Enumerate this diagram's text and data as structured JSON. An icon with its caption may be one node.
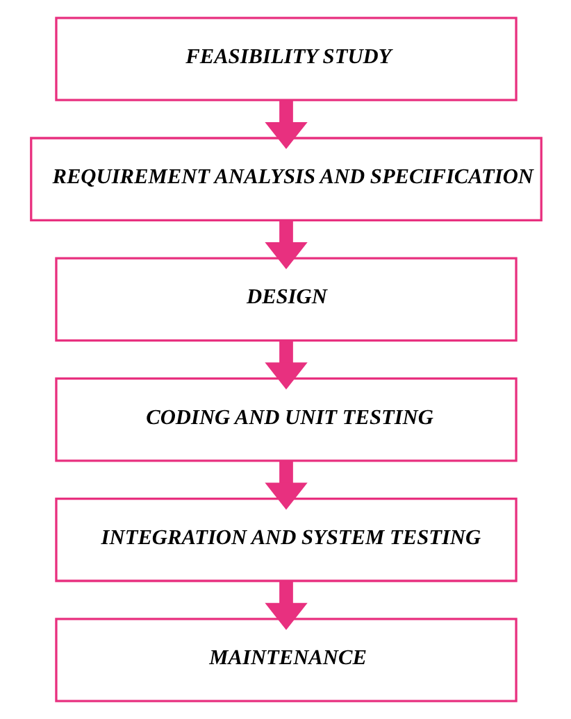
{
  "diagram": {
    "nodes": [
      {
        "text": [
          "FEASIBILITY STUDY"
        ]
      },
      {
        "text": [
          "REQUIREMENT ANALYSIS AND SPECIFICATION"
        ]
      },
      {
        "text": [
          "DESIGN"
        ]
      },
      {
        "text": [
          "CODING AND UNIT TESTING"
        ]
      },
      {
        "text": [
          "INTEGRATION AND SYSTEM TESTING"
        ]
      },
      {
        "text": [
          "MAINTENANCE"
        ]
      }
    ],
    "edges": [
      {
        "from": 0,
        "to": 1,
        "arrow": "to"
      },
      {
        "from": 1,
        "to": 2,
        "arrow": "to"
      },
      {
        "from": 2,
        "to": 3,
        "arrow": "to"
      },
      {
        "from": 3,
        "to": 4,
        "arrow": "to"
      },
      {
        "from": 4,
        "to": 5,
        "arrow": "to"
      }
    ]
  }
}
